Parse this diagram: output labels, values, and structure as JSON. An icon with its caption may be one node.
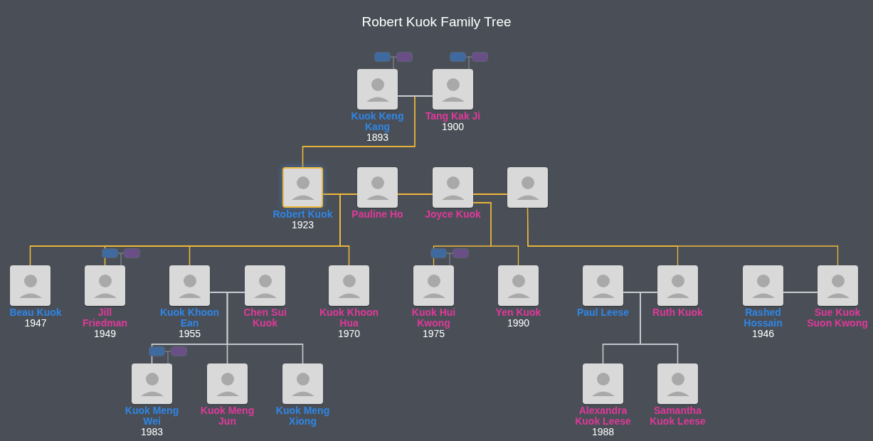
{
  "diagram": {
    "title": "Robert Kuok Family Tree",
    "nodes": [
      {
        "text": [
          "Kuok Keng Kang",
          "1893"
        ]
      },
      {
        "text": [
          "Tang Kak Ji",
          "1900"
        ]
      },
      {
        "text": [
          "Robert Kuok",
          "1923"
        ]
      },
      {
        "text": [
          "Pauline Ho"
        ]
      },
      {
        "text": [
          "Joyce Kuok"
        ]
      },
      {
        "text": [],
        "shape": "box"
      },
      {
        "text": [
          "Beau Kuok",
          "1947"
        ]
      },
      {
        "text": [
          "Jill Friedman",
          "1949"
        ]
      },
      {
        "text": [
          "Kuok Khoon Ean",
          "1955"
        ]
      },
      {
        "text": [
          "Chen Sui Kuok"
        ]
      },
      {
        "text": [
          "Kuok Khoon Hua",
          "1970"
        ]
      },
      {
        "text": [
          "Kuok Hui Kwong",
          "1975"
        ]
      },
      {
        "text": [
          "Yen Kuok",
          "1990"
        ]
      },
      {
        "text": [
          "Paul Leese"
        ]
      },
      {
        "text": [
          "Ruth Kuok"
        ]
      },
      {
        "text": [
          "Rashed Hossain",
          "1946"
        ]
      },
      {
        "text": [
          "Sue Kuok Suon Kwong"
        ]
      },
      {
        "text": [
          "Kuok Meng Wei",
          "1983"
        ]
      },
      {
        "text": [
          "Kuok Meng Jun"
        ]
      },
      {
        "text": [
          "Kuok Meng Xiong"
        ]
      },
      {
        "text": [
          "Alexandra Kuok Leese",
          "1988"
        ]
      },
      {
        "text": [
          "Samantha Kuok Leese"
        ]
      }
    ],
    "edges": [
      {
        "from": 0,
        "to": 1,
        "arrow": "none",
        "color": "#c8cdd2"
      },
      {
        "from": 0,
        "to": 2,
        "arrow": "none"
      },
      {
        "from": 1,
        "to": 2,
        "arrow": "none"
      },
      {
        "from": 2,
        "to": 3,
        "arrow": "none"
      },
      {
        "from": 3,
        "to": 4,
        "arrow": "none"
      },
      {
        "from": 4,
        "to": 5,
        "arrow": "none"
      },
      {
        "from": 2,
        "to": 6,
        "arrow": "none"
      },
      {
        "from": 3,
        "to": 6,
        "arrow": "none"
      },
      {
        "from": 2,
        "to": 7,
        "arrow": "none"
      },
      {
        "from": 3,
        "to": 7,
        "arrow": "none"
      },
      {
        "from": 2,
        "to": 8,
        "arrow": "none"
      },
      {
        "from": 3,
        "to": 8,
        "arrow": "none"
      },
      {
        "from": 2,
        "to": 10,
        "arrow": "none"
      },
      {
        "from": 3,
        "to": 10,
        "arrow": "none"
      },
      {
        "from": 4,
        "to": 11,
        "arrow": "none"
      },
      {
        "from": 4,
        "to": 12,
        "arrow": "none"
      },
      {
        "from": 5,
        "to": 14,
        "arrow": "none"
      },
      {
        "from": 5,
        "to": 16,
        "arrow": "none"
      },
      {
        "from": 8,
        "to": 9,
        "arrow": "none",
        "color": "#c8cdd2"
      },
      {
        "from": 8,
        "to": 17,
        "arrow": "none",
        "color": "#c8cdd2"
      },
      {
        "from": 9,
        "to": 17,
        "arrow": "none",
        "color": "#c8cdd2"
      },
      {
        "from": 8,
        "to": 18,
        "arrow": "none",
        "color": "#c8cdd2"
      },
      {
        "from": 9,
        "to": 18,
        "arrow": "none",
        "color": "#c8cdd2"
      },
      {
        "from": 8,
        "to": 19,
        "arrow": "none",
        "color": "#c8cdd2"
      },
      {
        "from": 9,
        "to": 19,
        "arrow": "none",
        "color": "#c8cdd2"
      },
      {
        "from": 13,
        "to": 14,
        "arrow": "none",
        "color": "#c8cdd2"
      },
      {
        "from": 13,
        "to": 20,
        "arrow": "none",
        "color": "#c8cdd2"
      },
      {
        "from": 14,
        "to": 20,
        "arrow": "none",
        "color": "#c8cdd2"
      },
      {
        "from": 13,
        "to": 21,
        "arrow": "none",
        "color": "#c8cdd2"
      },
      {
        "from": 14,
        "to": 21,
        "arrow": "none",
        "color": "#c8cdd2"
      },
      {
        "from": 15,
        "to": 16,
        "arrow": "none",
        "color": "#c8cdd2"
      }
    ]
  }
}
